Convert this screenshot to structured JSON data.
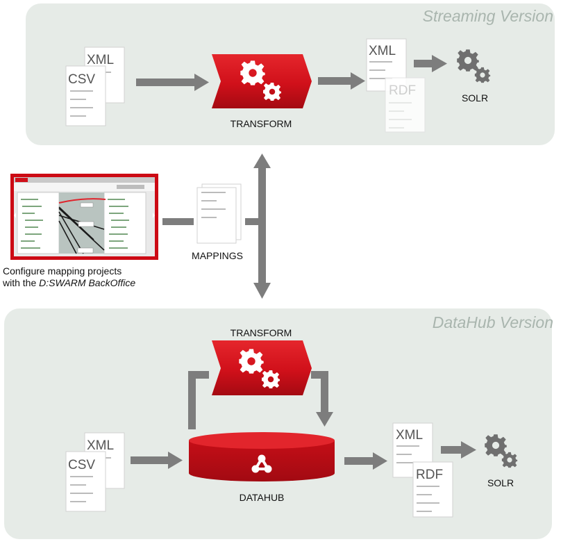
{
  "streaming": {
    "title": "Streaming Version",
    "input_docs": [
      "XML",
      "CSV"
    ],
    "transform_label": "TRANSFORM",
    "output_docs": [
      "XML",
      "RDF"
    ],
    "target_label": "SOLR"
  },
  "middle": {
    "mappings_label": "MAPPINGS",
    "caption_line1": "Configure mapping projects",
    "caption_prefix": "with the ",
    "caption_app": "D:SWARM BackOffice"
  },
  "datahub": {
    "title": "DataHub Version",
    "transform_label": "TRANSFORM",
    "input_docs": [
      "XML",
      "CSV"
    ],
    "hub_label": "DATAHUB",
    "output_docs": [
      "XML",
      "RDF"
    ],
    "target_label": "SOLR"
  },
  "colors": {
    "panel_bg": "#e6ebe7",
    "accent_red": "#d0101a",
    "arrow_gray": "#7d7d7d",
    "gear_gray": "#6f6f6f"
  }
}
